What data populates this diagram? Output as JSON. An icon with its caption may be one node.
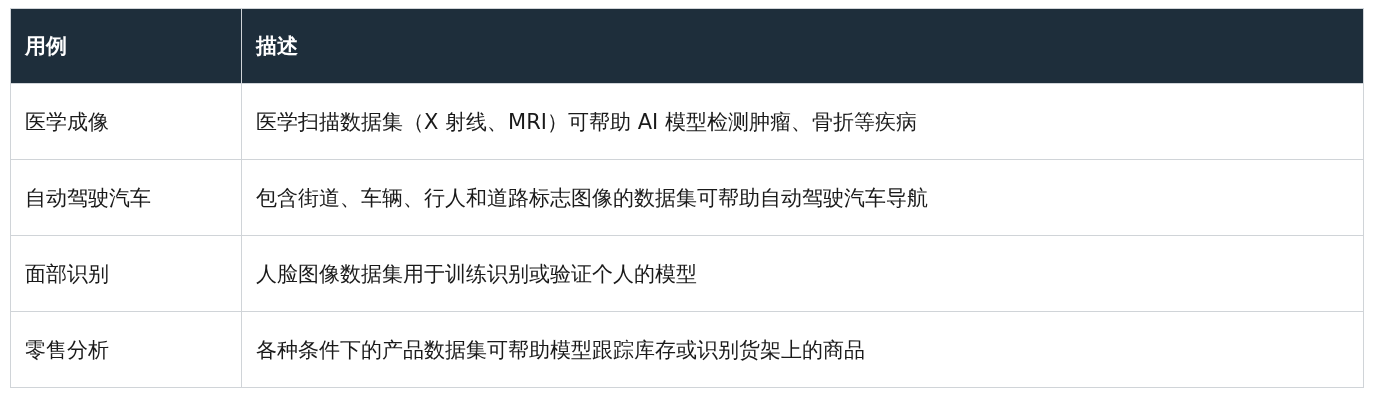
{
  "diagram": {
    "labels": [
      "用例",
      "描述",
      "医学成像",
      "医学扫描数据集（X 射线、MRI）可帮助 AI 模型检测肿瘤、骨折等疾病",
      "自动驾驶汽车",
      "包含街道、车辆、行人和道路标志图像的数据集可帮助自动驾驶汽车导航",
      "面部识别",
      "人脸图像数据集用于训练识别或验证个人的模型",
      "零售分析",
      "各种条件下的产品数据集可帮助模型跟踪库存或识别货架上的商品"
    ]
  }
}
